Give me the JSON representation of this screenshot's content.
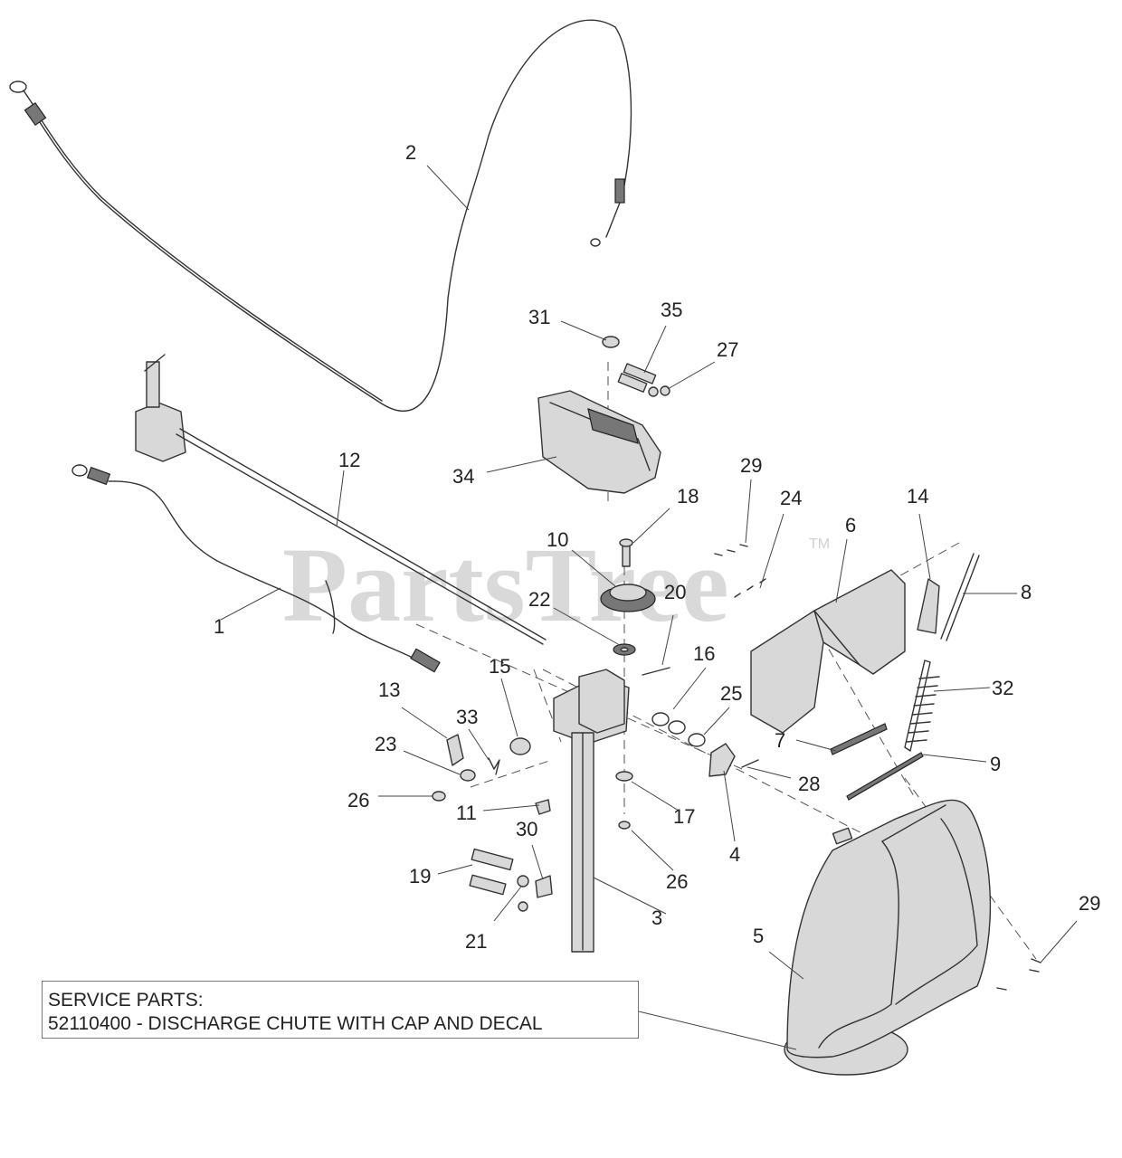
{
  "watermark": {
    "text": "PartsTree",
    "tm": "TM"
  },
  "service_parts": {
    "heading": "SERVICE PARTS:",
    "line": "52110400 - DISCHARGE CHUTE WITH CAP AND DECAL"
  },
  "callouts": {
    "c1": "1",
    "c2": "2",
    "c3": "3",
    "c4": "4",
    "c5": "5",
    "c6": "6",
    "c7": "7",
    "c8": "8",
    "c9": "9",
    "c10": "10",
    "c11": "11",
    "c12": "12",
    "c13": "13",
    "c14": "14",
    "c15": "15",
    "c16": "16",
    "c17": "17",
    "c18": "18",
    "c19": "19",
    "c20": "20",
    "c21": "21",
    "c22": "22",
    "c23": "23",
    "c24": "24",
    "c25": "25",
    "c26a": "26",
    "c26b": "26",
    "c27": "27",
    "c28": "28",
    "c29a": "29",
    "c29b": "29",
    "c30": "30",
    "c31": "31",
    "c32": "32",
    "c33": "33",
    "c34": "34",
    "c35": "35"
  }
}
